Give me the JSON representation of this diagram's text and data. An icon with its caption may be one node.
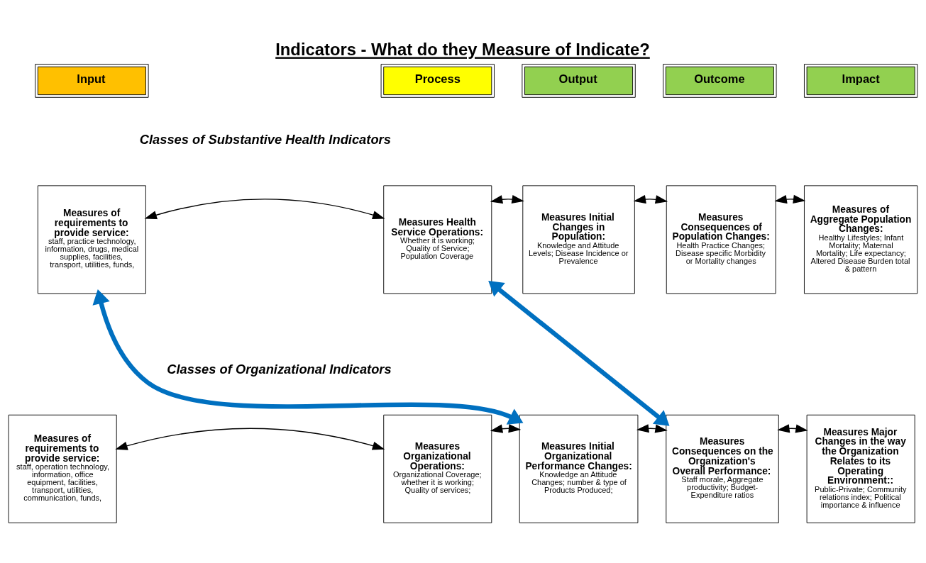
{
  "diagram": {
    "title": "Indicators - What do they Measure of Indicate?",
    "nodes": [
      {
        "text": [
          "Input"
        ]
      },
      {
        "text": [
          "Process"
        ]
      },
      {
        "text": [
          "Output"
        ]
      },
      {
        "text": [
          "Outcome"
        ]
      },
      {
        "text": [
          "Impact"
        ]
      },
      {
        "text": [
          "Measures of requirements to provide service:",
          "staff, practice technology, information, drugs, medical supplies, facilities, transport, utilities, funds,"
        ]
      },
      {
        "text": [
          "Measures Health Service Operations:",
          "Whether it is working; Quality of Service; Population Coverage"
        ]
      },
      {
        "text": [
          "Measures Initial Changes in Population:",
          "Knowledge and Attitude Levels; Disease Incidence or Prevalence"
        ]
      },
      {
        "text": [
          "Measures Consequences of Population Changes:",
          "Health Practice Changes; Disease specific Morbidity or Mortality changes"
        ]
      },
      {
        "text": [
          "Measures of Aggregate Population Changes:",
          "Healthy Lifestyles; Infant Mortality; Maternal Mortality; Life expectancy; Altered Disease Burden total & pattern"
        ]
      },
      {
        "text": [
          "Measures of requirements to provide service:",
          "staff, operation technology, information, office equipment, facilities, transport, utilities, communication, funds,"
        ]
      },
      {
        "text": [
          "Measures Organizational Operations:",
          "Organizational Coverage; whether it is working; Quality of services;"
        ]
      },
      {
        "text": [
          "Measures Initial Organizational Performance Changes:",
          "Knowledge an Attitude Changes; number & type of Products Produced;"
        ]
      },
      {
        "text": [
          "Measures Consequences on the Organization's Overall Performance:",
          "Staff morale, Aggregate productivity; Budget-Expenditure ratios"
        ]
      },
      {
        "text": [
          "Measures Major Changes in the way the Organization Relates to its Operating Environment::",
          "Public-Private; Community relations index; Political importance & influence"
        ]
      }
    ],
    "edges": [
      {
        "from": 5,
        "to": 6,
        "arrow": "both"
      },
      {
        "from": 6,
        "to": 7,
        "arrow": "both"
      },
      {
        "from": 7,
        "to": 8,
        "arrow": "both"
      },
      {
        "from": 8,
        "to": 9,
        "arrow": "both"
      },
      {
        "from": 10,
        "to": 11,
        "arrow": "both"
      },
      {
        "from": 11,
        "to": 12,
        "arrow": "both"
      },
      {
        "from": 12,
        "to": 13,
        "arrow": "both"
      },
      {
        "from": 13,
        "to": 14,
        "arrow": "both"
      },
      {
        "from": 5,
        "to": 12,
        "arrow": "both",
        "style": "thick",
        "color": "#0070c0"
      },
      {
        "from": 6,
        "to": 13,
        "arrow": "both",
        "style": "thick",
        "color": "#0070c0"
      }
    ],
    "labels": [
      "Classes of Substantive Health Indicators",
      "Classes of Organizational Indicators"
    ]
  }
}
